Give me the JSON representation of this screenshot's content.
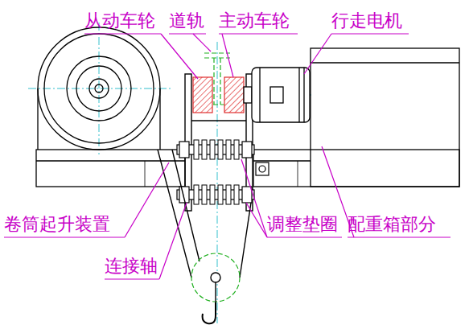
{
  "diagram": {
    "labels": [
      "从动车轮",
      "道轨",
      "主动车轮",
      "行走电机",
      "卷筒起升装置",
      "调整垫圈",
      "配重箱部分",
      "连接轴"
    ]
  }
}
